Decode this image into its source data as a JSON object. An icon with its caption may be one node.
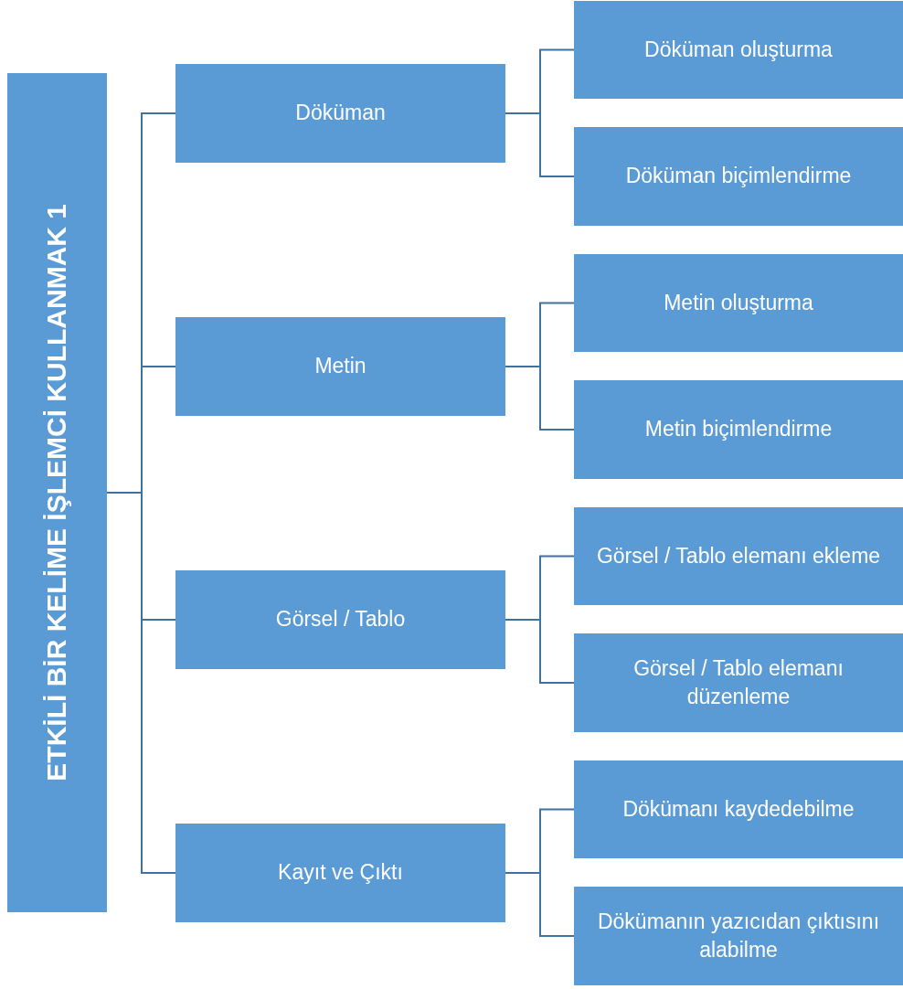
{
  "diagram": {
    "nodes": [
      {
        "text": [
          "ETKİLİ BİR KELİME İŞLEMCİ KULLANMAK 1"
        ]
      },
      {
        "text": [
          "Döküman"
        ]
      },
      {
        "text": [
          "Döküman oluşturma"
        ]
      },
      {
        "text": [
          "Döküman biçimlendirme"
        ]
      },
      {
        "text": [
          "Metin"
        ]
      },
      {
        "text": [
          "Metin oluşturma"
        ]
      },
      {
        "text": [
          "Metin biçimlendirme"
        ]
      },
      {
        "text": [
          "Görsel / Tablo"
        ]
      },
      {
        "text": [
          "Görsel / Tablo elemanı ekleme"
        ]
      },
      {
        "text": [
          "Görsel / Tablo elemanı düzenleme"
        ]
      },
      {
        "text": [
          "Kayıt ve Çıktı"
        ]
      },
      {
        "text": [
          "Dökümanı kaydedebilme"
        ]
      },
      {
        "text": [
          "Dökümanın yazıcıdan çıktısını alabilme"
        ]
      }
    ],
    "edges": [
      {
        "from": 0,
        "to": 1,
        "arrow": "none"
      },
      {
        "from": 0,
        "to": 4,
        "arrow": "none"
      },
      {
        "from": 0,
        "to": 7,
        "arrow": "none"
      },
      {
        "from": 0,
        "to": 10,
        "arrow": "none"
      },
      {
        "from": 1,
        "to": 2,
        "arrow": "none"
      },
      {
        "from": 1,
        "to": 3,
        "arrow": "none"
      },
      {
        "from": 4,
        "to": 5,
        "arrow": "none"
      },
      {
        "from": 4,
        "to": 6,
        "arrow": "none"
      },
      {
        "from": 7,
        "to": 8,
        "arrow": "none"
      },
      {
        "from": 7,
        "to": 9,
        "arrow": "none"
      },
      {
        "from": 10,
        "to": 11,
        "arrow": "none"
      },
      {
        "from": 10,
        "to": 12,
        "arrow": "none"
      }
    ]
  }
}
